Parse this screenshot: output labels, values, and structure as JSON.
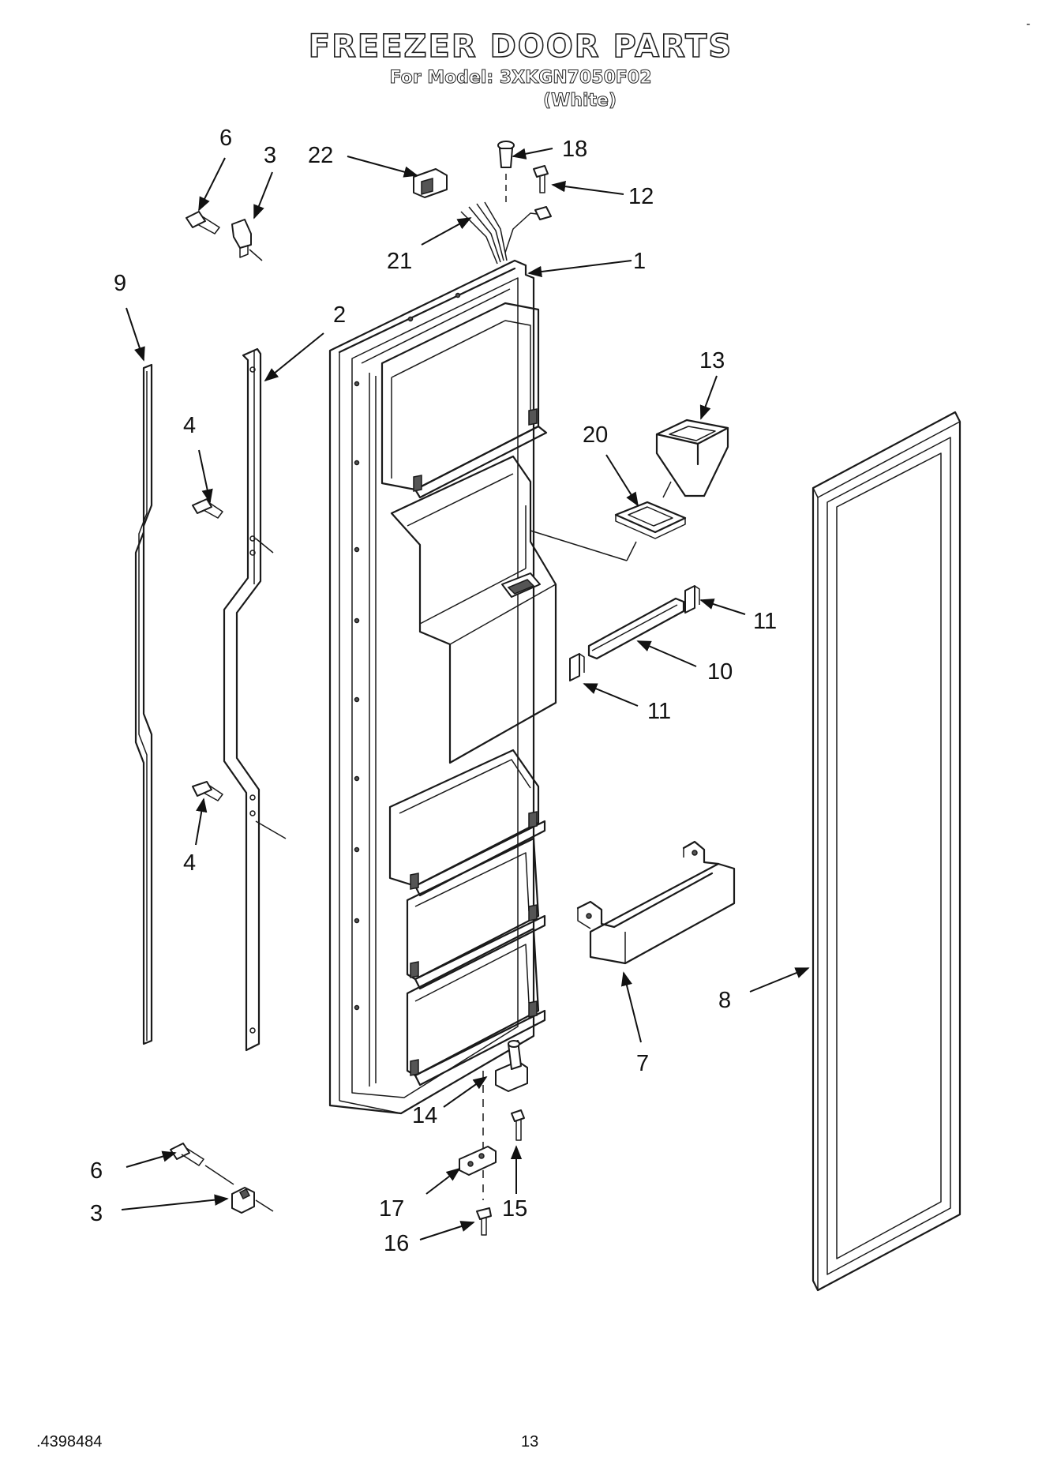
{
  "title": "FREEZER DOOR PARTS",
  "subtitle": "For Model: 3XKGN7050F02",
  "color_variant": "(White)",
  "corner_mark": "-",
  "footer": {
    "doc_number": ".4398484",
    "page_number": "13"
  },
  "part_labels": {
    "p1": "1",
    "p2": "2",
    "p3_top": "3",
    "p3_bottom": "3",
    "p4_top": "4",
    "p4_bottom": "4",
    "p6_top": "6",
    "p6_bottom": "6",
    "p7": "7",
    "p8": "8",
    "p9": "9",
    "p10": "10",
    "p11_top": "11",
    "p11_bottom": "11",
    "p12": "12",
    "p13": "13",
    "p14": "14",
    "p15": "15",
    "p16": "16",
    "p17": "17",
    "p18": "18",
    "p20": "20",
    "p21": "21",
    "p22": "22"
  }
}
